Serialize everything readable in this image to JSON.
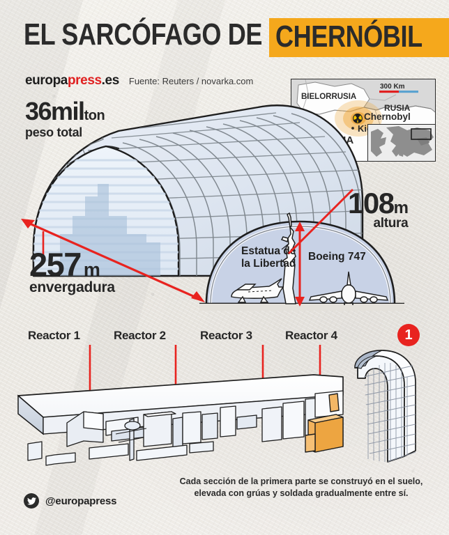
{
  "header": {
    "title_main": "EL SARCÓFAGO DE",
    "title_highlight": "CHERNÓBIL",
    "brand_a": "europa",
    "brand_b": "press",
    "brand_c": ".es",
    "source": "Fuente: Reuters / novarka.com",
    "highlight_color": "#F5A81C"
  },
  "map": {
    "countries": [
      "BIELORRUSIA",
      "RUSIA",
      "UCRANIA"
    ],
    "cities": [
      "Chernobyl",
      "Kiev"
    ],
    "scale_label": "300 Km",
    "scale_colors": [
      "#E02020",
      "#5BA3D0"
    ],
    "marker_icon": "radiation-icon",
    "locator_title": "europe-locator-inset"
  },
  "stats": {
    "weight": {
      "value": "36mil",
      "unit": "ton",
      "sub": "peso total"
    },
    "span": {
      "value": "257",
      "unit": "m",
      "sub": "envergadura"
    },
    "height": {
      "value": "108",
      "unit": "m",
      "sub": "altura"
    }
  },
  "comparison": {
    "statue_line1": "Estatua de",
    "statue_line2": "la Libertad",
    "plane": "Boeing 747"
  },
  "reactors": {
    "labels": [
      "Reactor 1",
      "Reactor 2",
      "Reactor 3",
      "Reactor 4"
    ],
    "badge": "1",
    "badge_color": "#E8231F",
    "highlight_color": "#F2B25C"
  },
  "caption": {
    "line1": "Cada sección de la primera parte se construyó en el suelo,",
    "line2": "elevada con grúas y soldada gradualmente entre sí."
  },
  "footer": {
    "handle": "@europapress",
    "icon": "twitter-icon"
  },
  "palette": {
    "paper": "#EFECE7",
    "ink": "#262626",
    "accent_red": "#E8231F",
    "dome_fill": "#C9D6E8",
    "dome_frame": "#6E7478"
  }
}
